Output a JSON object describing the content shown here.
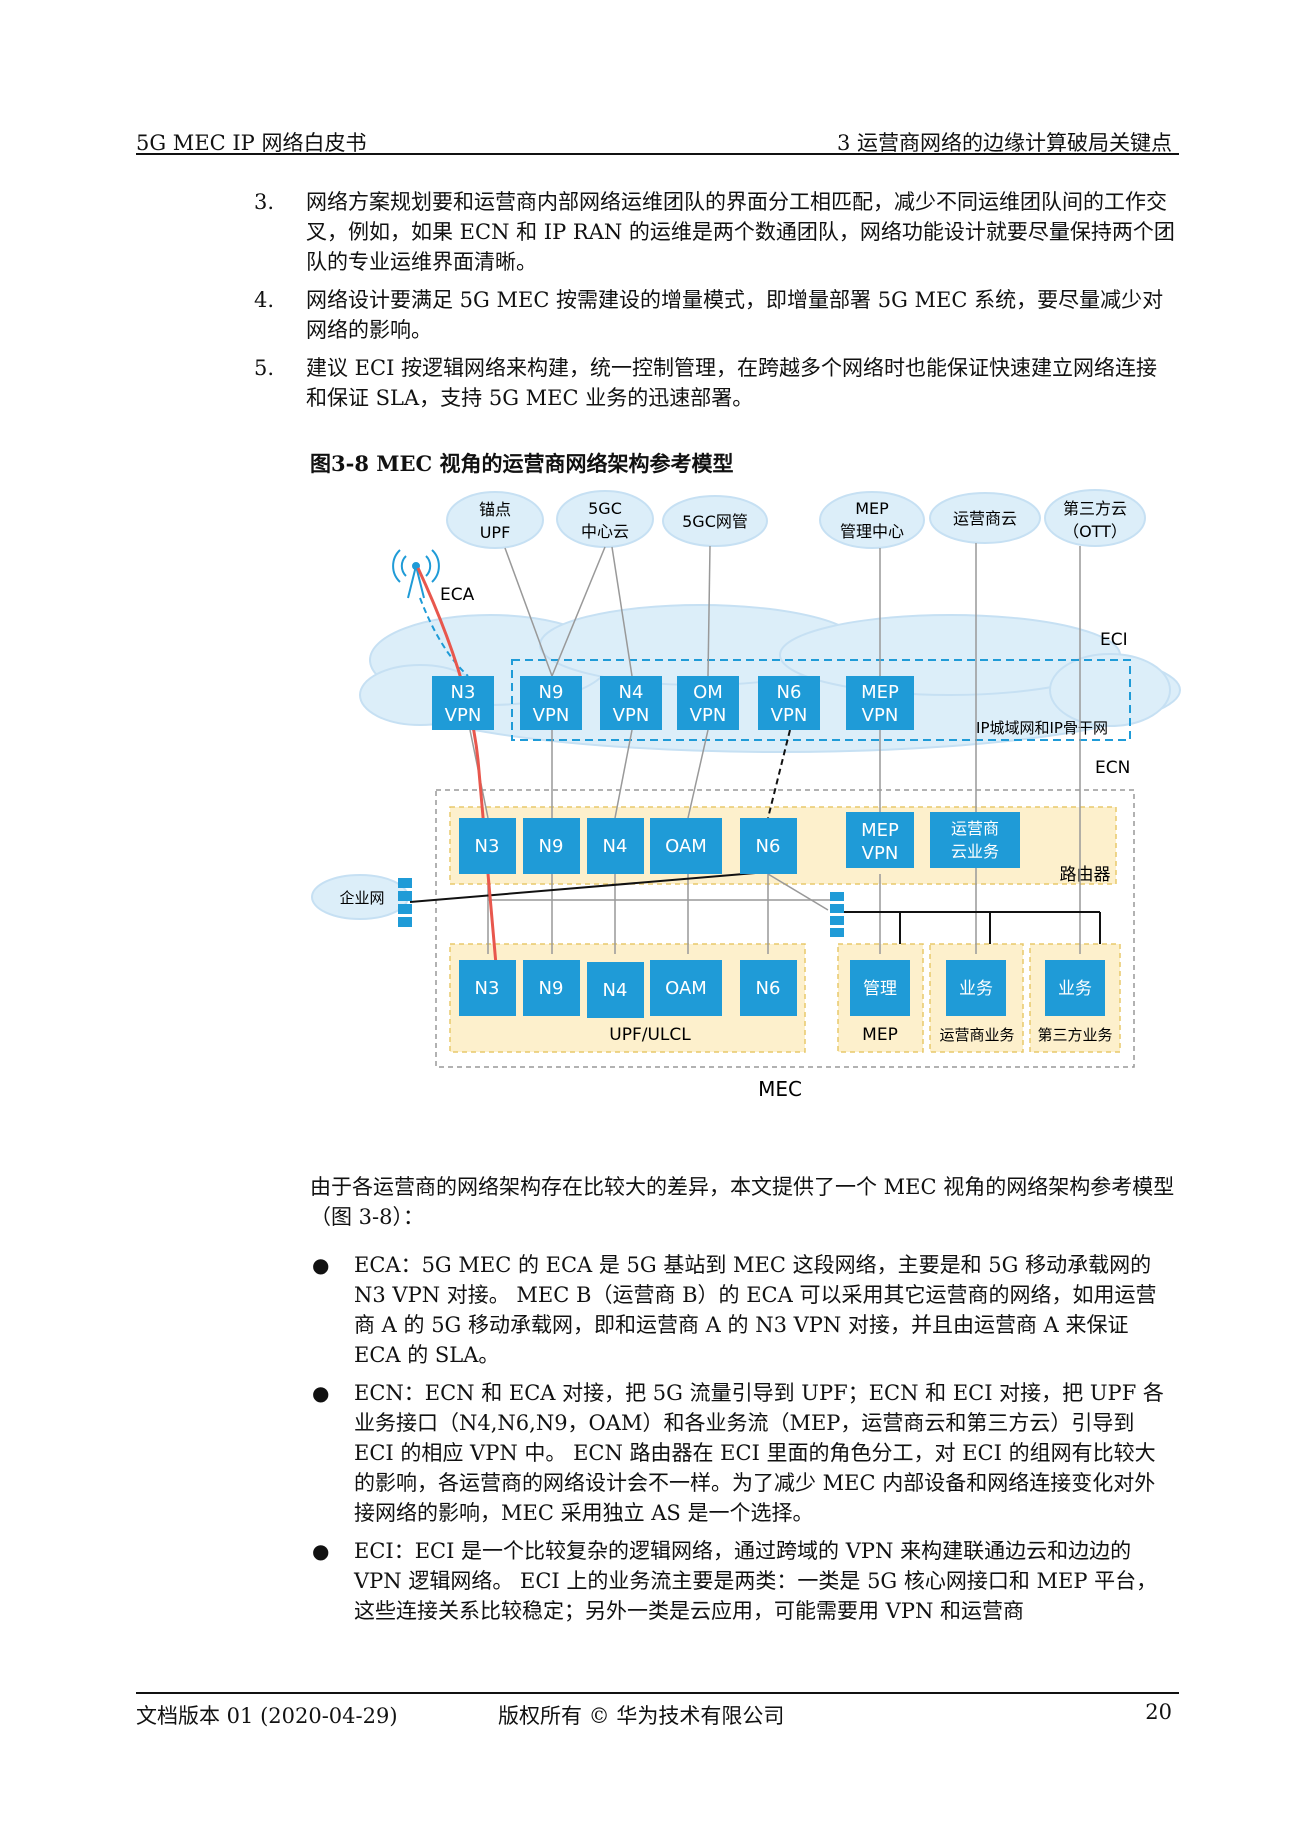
{
  "header": {
    "left": "5G MEC IP 网络白皮书",
    "right": "3  运营商网络的边缘计算破局关键点"
  },
  "numbered_list": [
    {
      "num": "3.",
      "text": "网络方案规划要和运营商内部网络运维团队的界面分工相匹配，减少不同运维团队间的工作交叉，例如，如果 ECN 和 IP RAN 的运维是两个数通团队，网络功能设计就要尽量保持两个团队的专业运维界面清晰。"
    },
    {
      "num": "4.",
      "text": "网络设计要满足 5G MEC 按需建设的增量模式，即增量部署 5G MEC 系统，要尽量减少对网络的影响。"
    },
    {
      "num": "5.",
      "text": "建议 ECI 按逻辑网络来构建，统一控制管理，在跨越多个网络时也能保证快速建立网络连接和保证 SLA，支持 5G MEC 业务的迅速部署。"
    }
  ],
  "figure": {
    "title": "图3-8 MEC 视角的运营商网络架构参考模型",
    "clouds": {
      "anchor_upf_1": "锚点",
      "anchor_upf_2": "UPF",
      "c5gc_1": "5GC",
      "c5gc_2": "中心云",
      "c5gc_nm": "5GC网管",
      "mep_1": "MEP",
      "mep_2": "管理中心",
      "op_cloud": "运营商云",
      "third_1": "第三方云",
      "third_2": "（OTT）",
      "enterprise": "企业网"
    },
    "labels": {
      "eca": "ECA",
      "eci": "ECI",
      "ip_net": "IP城域网和IP骨干网",
      "ecn": "ECN",
      "router": "路由器",
      "upf_ulcl": "UPF/ULCL",
      "mep_area": "MEP",
      "op_biz_area": "运营商业务",
      "third_biz_area": "第三方业务",
      "mec": "MEC"
    },
    "vpn_boxes": [
      {
        "l1": "N3",
        "l2": "VPN"
      },
      {
        "l1": "N9",
        "l2": "VPN"
      },
      {
        "l1": "N4",
        "l2": "VPN"
      },
      {
        "l1": "OM",
        "l2": "VPN"
      },
      {
        "l1": "N6",
        "l2": "VPN"
      },
      {
        "l1": "MEP",
        "l2": "VPN"
      }
    ],
    "router_boxes": [
      {
        "l1": "N3"
      },
      {
        "l1": "N9"
      },
      {
        "l1": "N4"
      },
      {
        "l1": "OAM"
      },
      {
        "l1": "N6"
      },
      {
        "l1": "MEP",
        "l2": "VPN"
      },
      {
        "l1": "运营商",
        "l2": "云业务"
      }
    ],
    "upf_boxes": [
      "N3",
      "N9",
      "N4",
      "OAM",
      "N6"
    ],
    "service_boxes": [
      "管理",
      "业务",
      "业务"
    ],
    "colors": {
      "box": "#1f9bd7",
      "zone": "#fdf0cc",
      "cloud": "#dceef9",
      "red_line": "#e8574d"
    }
  },
  "intro_paragraph": "由于各运营商的网络架构存在比较大的差异，本文提供了一个 MEC 视角的网络架构参考模型（图 3-8）：",
  "bullets": [
    {
      "text": "ECA：5G MEC 的 ECA 是 5G 基站到 MEC 这段网络，主要是和 5G 移动承载网的 N3 VPN 对接。 MEC B（运营商 B）的 ECA 可以采用其它运营商的网络，如用运营商 A 的 5G 移动承载网，即和运营商 A 的 N3 VPN 对接，并且由运营商 A 来保证 ECA 的 SLA。"
    },
    {
      "text": "ECN：ECN 和 ECA 对接，把 5G 流量引导到 UPF；ECN 和 ECI 对接，把 UPF 各业务接口（N4,N6,N9，OAM）和各业务流（MEP，运营商云和第三方云）引导到 ECI 的相应 VPN 中。 ECN 路由器在 ECI 里面的角色分工，对 ECI 的组网有比较大的影响，各运营商的网络设计会不一样。为了减少 MEC 内部设备和网络连接变化对外接网络的影响，MEC 采用独立 AS 是一个选择。"
    },
    {
      "text": "ECI：ECI 是一个比较复杂的逻辑网络，通过跨域的 VPN 来构建联通边云和边边的 VPN 逻辑网络。 ECI 上的业务流主要是两类：一类是 5G 核心网接口和 MEP 平台，这些连接关系比较稳定；另外一类是云应用，可能需要用 VPN 和运营商"
    }
  ],
  "footer": {
    "left": "文档版本 01 (2020-04-29)",
    "mid": "版权所有 © 华为技术有限公司",
    "page": "20"
  }
}
